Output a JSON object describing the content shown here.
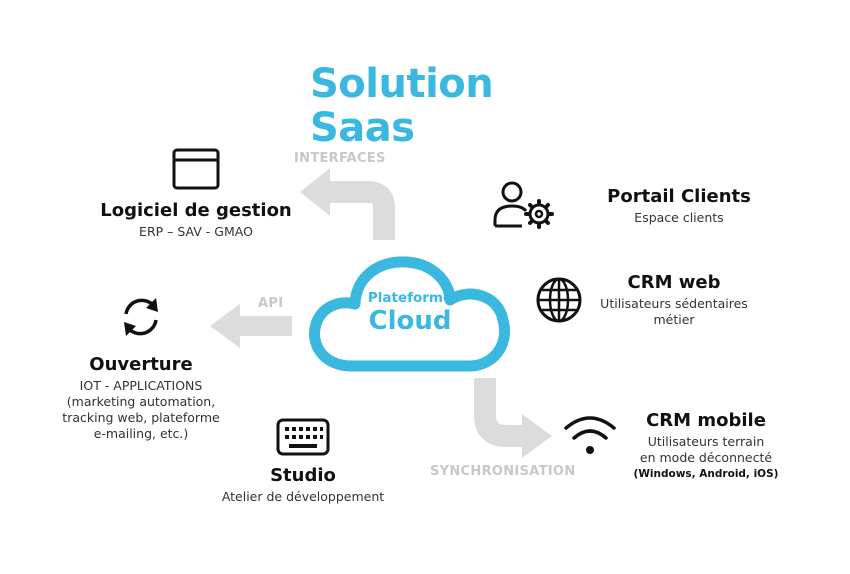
{
  "headline": {
    "line1": "Solution",
    "line2": "Saas"
  },
  "center": {
    "line1": "Plateforme",
    "line2": "Cloud"
  },
  "arrows": {
    "interfaces": "INTERFACES",
    "api": "API",
    "sync": "SYNCHRONISATION"
  },
  "logiciel": {
    "title": "Logiciel de gestion",
    "sub": "ERP – SAV - GMAO",
    "icon": "browser-window-icon"
  },
  "ouverture": {
    "title": "Ouverture",
    "lines": [
      "IOT - APPLICATIONS",
      "(marketing automation,",
      "tracking web, plateforme",
      "e-mailing, etc.)"
    ],
    "icon": "sync-icon"
  },
  "studio": {
    "title": "Studio",
    "sub": "Atelier de développement",
    "icon": "keyboard-icon"
  },
  "portail": {
    "title": "Portail Clients",
    "sub": "Espace clients",
    "icon": "user-gear-icon"
  },
  "crmweb": {
    "title": "CRM web",
    "lines": [
      "Utilisateurs sédentaires",
      "métier"
    ],
    "icon": "globe-icon"
  },
  "crmmobile": {
    "title": "CRM mobile",
    "lines": [
      "Utilisateurs terrain",
      "en mode déconnecté"
    ],
    "platforms": "(Windows, Android, iOS)",
    "icon": "wifi-icon"
  },
  "colors": {
    "accent": "#3ab8e0",
    "arrow": "#d9d9d9",
    "text": "#111111"
  }
}
